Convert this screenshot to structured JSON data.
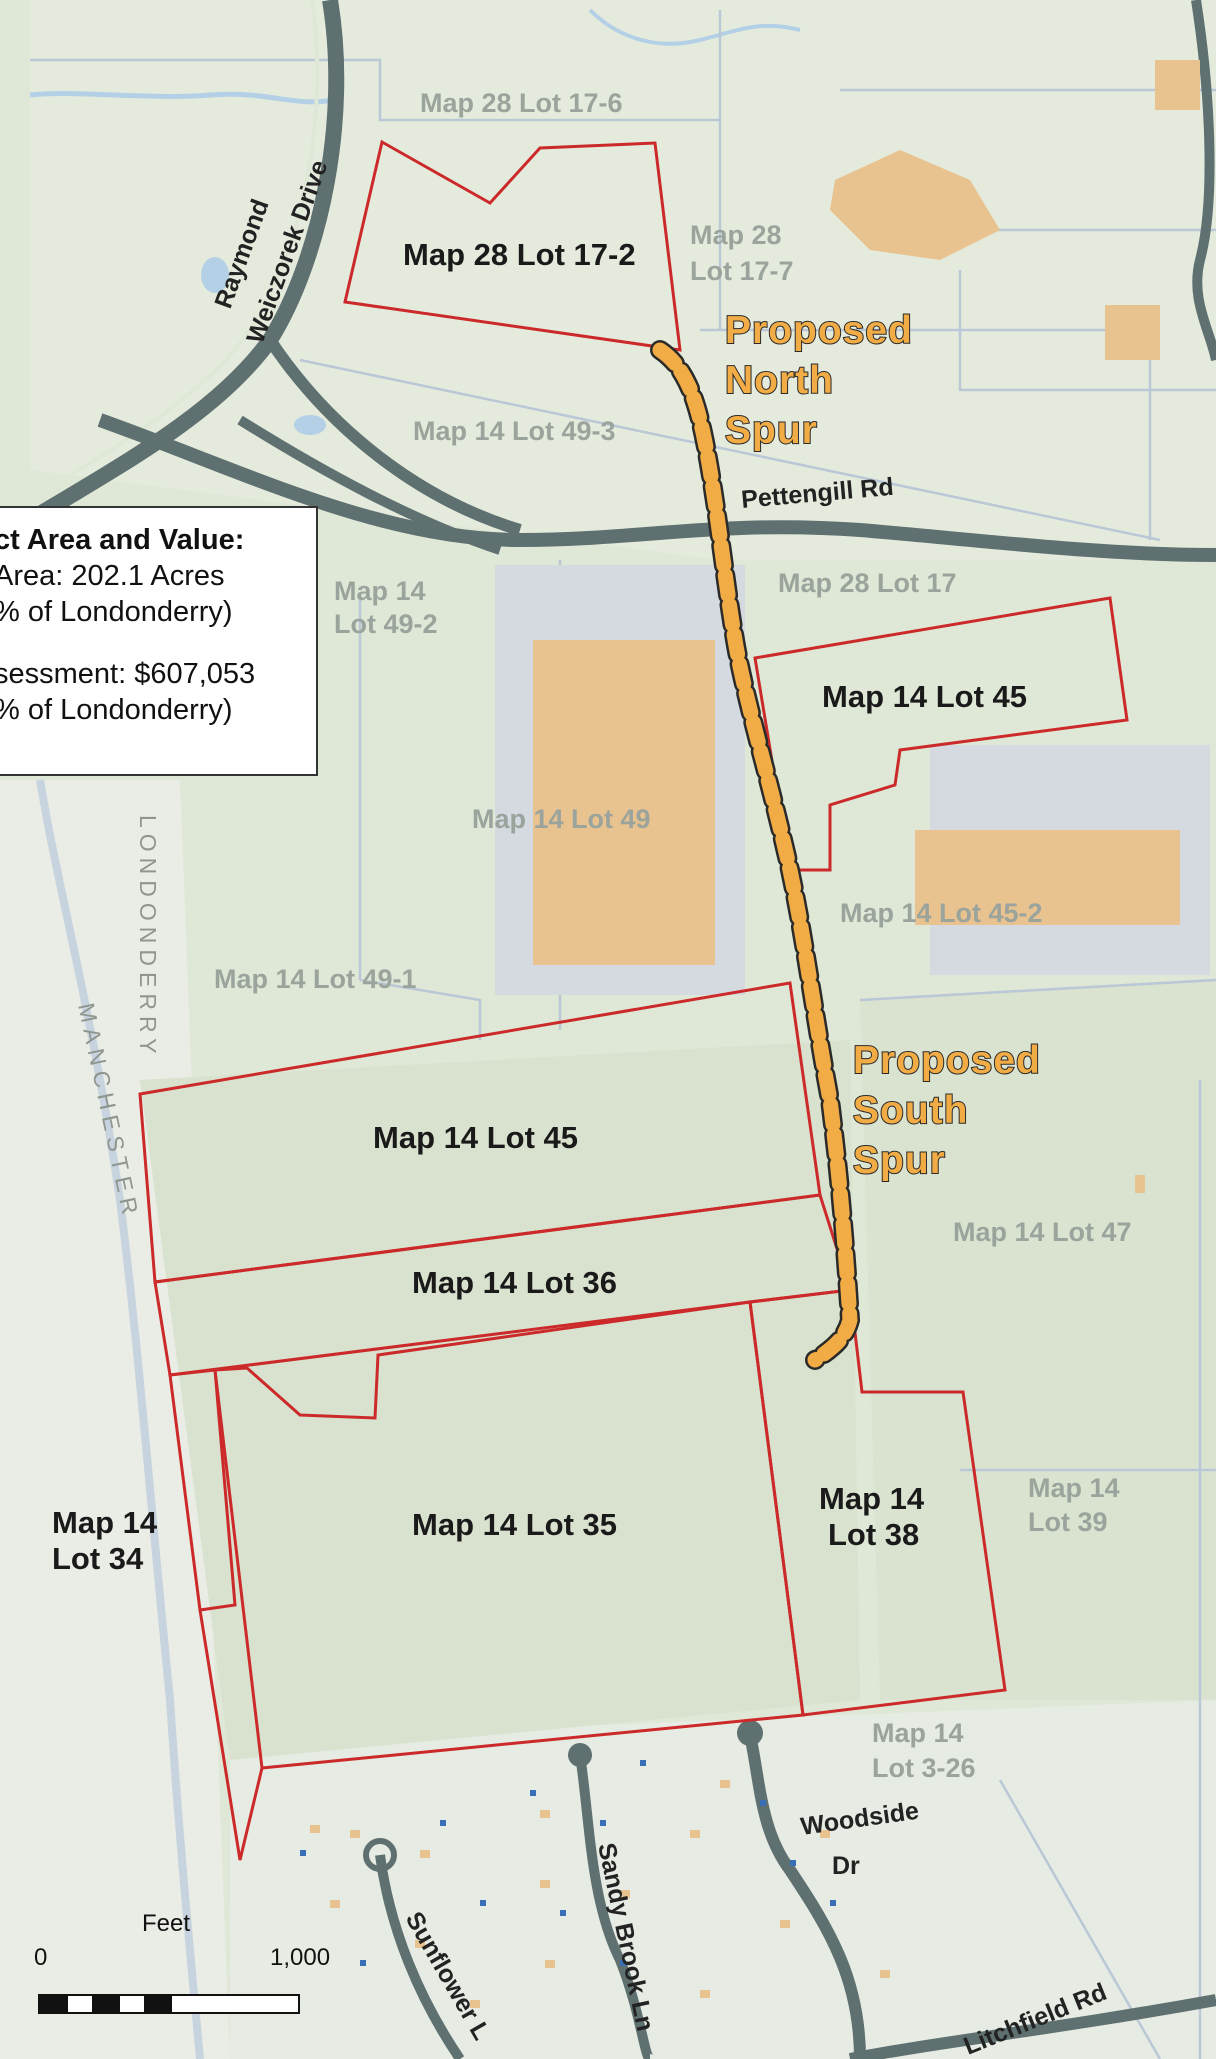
{
  "map": {
    "parcels_owned": [
      "Map 28 Lot 17-2",
      "Map 14 Lot 45",
      "Map 14 Lot 45",
      "Map 14 Lot 36",
      "Map 14 Lot 35",
      "Map 14",
      "Lot 38",
      "Map 14",
      "Lot 34"
    ],
    "parcels_other": [
      "Map 28 Lot 17-6",
      "Map 28",
      "Lot 17-7",
      "Map 14 Lot 49-3",
      "Map 14",
      "Lot 49-2",
      "Map 28 Lot 17",
      "Map 14 Lot 49",
      "Map 14 Lot 45-2",
      "Map 14 Lot 49-1",
      "Map 14 Lot 47",
      "Map 14",
      "Lot 39",
      "Map 14",
      "Lot 3-26"
    ],
    "roads": {
      "raymond": "Raymond",
      "weiczorek": "Weiczorek Drive",
      "pettengill": "Pettengill Rd",
      "woodside_1": "Woodside",
      "woodside_2": "Dr",
      "sandy_brook": "Sandy Brook Ln",
      "sunflower": "Sunflower L",
      "litchfield": "Litchfield Rd"
    },
    "spurs": {
      "north": [
        "Proposed",
        "North",
        "Spur"
      ],
      "south": [
        "Proposed",
        "South",
        "Spur"
      ]
    },
    "towns": {
      "londonderry": "LONDONDERRY",
      "manchester": "MANCHESTER"
    },
    "colors": {
      "land": "#dde6d5",
      "parcel_outline": "#cc2a2a",
      "owned_fill": "#e8ede3",
      "building": "#e8c28f",
      "road": "#5d6e6e",
      "spur": "#f2ac45",
      "water": "#b4d0e6"
    }
  },
  "legend": {
    "line1": "ct Area and Value:",
    "line2": "Area: 202.1 Acres",
    "line3": "% of Londonderry)",
    "line4": "sessment: $607,053",
    "line5": "% of Londonderry)"
  },
  "scale": {
    "unit": "Feet",
    "start": "0",
    "end": "1,000"
  }
}
